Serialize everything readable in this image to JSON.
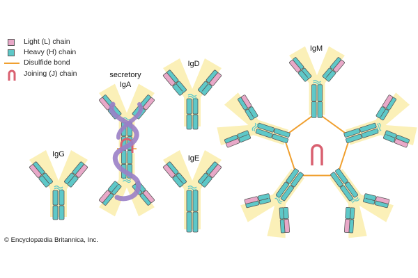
{
  "colors": {
    "light_chain": "#e8a8c8",
    "heavy_chain": "#5ec8c8",
    "disulfide": "#f0a030",
    "joining": "#d96070",
    "shadow": "#fbf0b8",
    "outline": "#555555",
    "secretory": "#9a7fc6"
  },
  "legend": {
    "light": "Light (L) chain",
    "heavy": "Heavy (H) chain",
    "disulfide": "Disulfide bond",
    "joining": "Joining (J) chain"
  },
  "labels": {
    "igg": "IgG",
    "iga_line1": "secretory",
    "iga_line2": "IgA",
    "igd": "IgD",
    "ige": "IgE",
    "igm": "IgM"
  },
  "copyright": "© Encyclopædia Britannica, Inc."
}
